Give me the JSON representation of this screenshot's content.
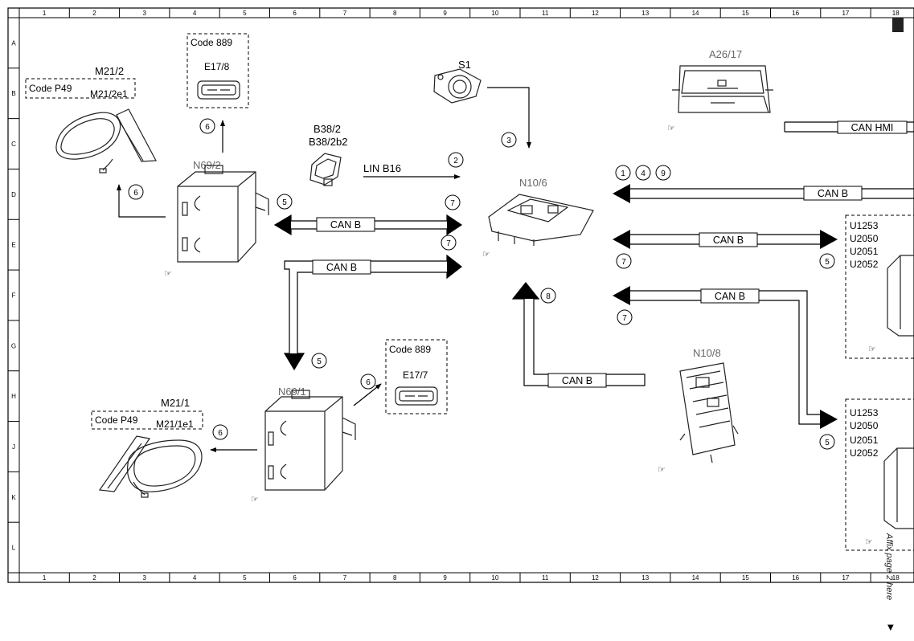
{
  "grid": {
    "columns": [
      "1",
      "2",
      "3",
      "4",
      "5",
      "6",
      "7",
      "8",
      "9",
      "10",
      "11",
      "12",
      "13",
      "14",
      "15",
      "16",
      "17",
      "18"
    ],
    "rows": [
      "A",
      "B",
      "C",
      "D",
      "E",
      "F",
      "G",
      "H",
      "J",
      "K",
      "L"
    ]
  },
  "components": {
    "m21_2": "M21/2",
    "m21_2e1": "M21/2e1",
    "m21_1": "M21/1",
    "m21_1e1": "M21/1e1",
    "e17_8": "E17/8",
    "e17_7": "E17/7",
    "n69_2": "N69/2",
    "n69_1": "N69/1",
    "b38_2": "B38/2",
    "b38_2b2": "B38/2b2",
    "s1": "S1",
    "n10_6": "N10/6",
    "n10_8": "N10/8",
    "a26_17": "A26/17"
  },
  "codes": {
    "p49": "Code P49",
    "c889": "Code 889"
  },
  "buses": {
    "can_b": "CAN B",
    "can_hmi": "CAN HMI",
    "lin_b16": "LIN B16"
  },
  "numbers": {
    "n1": "1",
    "n2": "2",
    "n3": "3",
    "n4": "4",
    "n5": "5",
    "n6": "6",
    "n7": "7",
    "n8": "8",
    "n9": "9"
  },
  "dtc_codes": [
    "U1253",
    "U2050",
    "U2051",
    "U2052"
  ],
  "affix_note": "Affix page 2 here"
}
